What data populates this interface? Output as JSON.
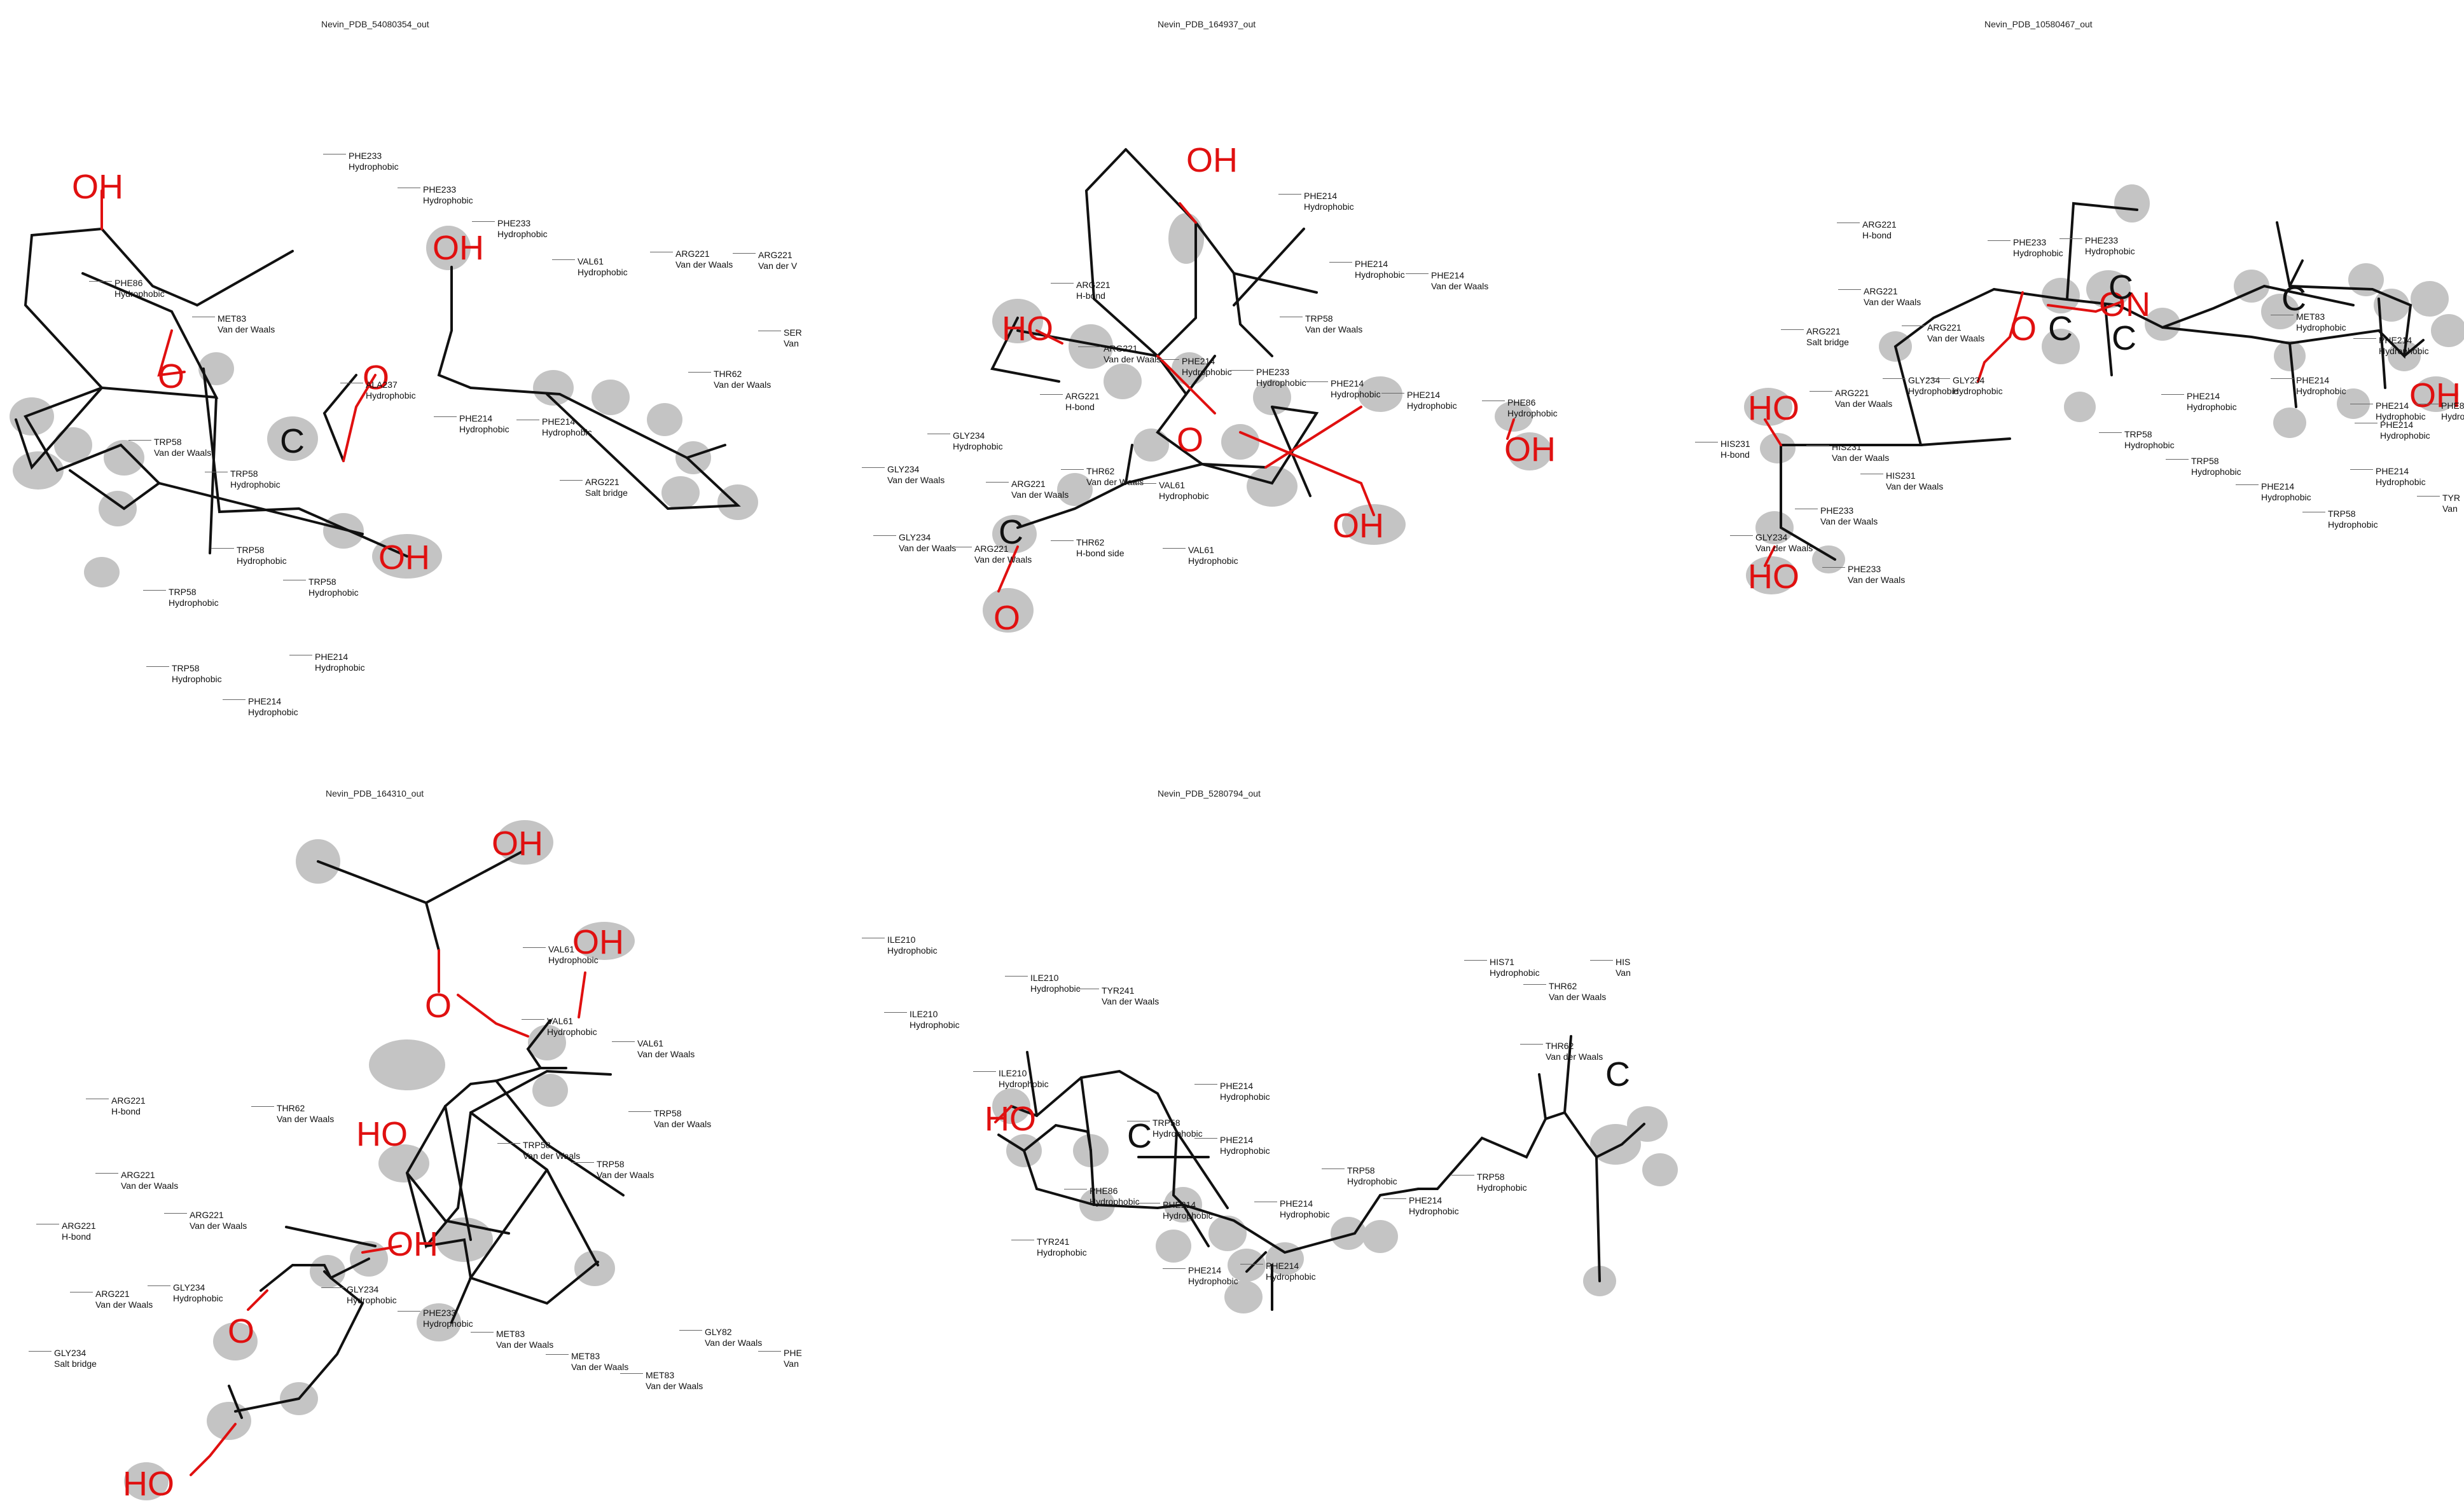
{
  "colors": {
    "bond": "#111111",
    "heteroatom": "#e01010",
    "contact_shadow": "#c4c4c4"
  },
  "panels": [
    {
      "title": "Nevin_PDB_54080354_out",
      "atoms": [
        "OH",
        "OH",
        "O",
        "O",
        "C",
        "OH"
      ],
      "labels": [
        {
          "res": "PHE233",
          "type": "Hydrophobic"
        },
        {
          "res": "PHE233",
          "type": "Hydrophobic"
        },
        {
          "res": "PHE233",
          "type": "Hydrophobic"
        },
        {
          "res": "VAL61",
          "type": "Hydrophobic"
        },
        {
          "res": "ARG221",
          "type": "Van der Waals"
        },
        {
          "res": "ARG221",
          "type": "Van der V"
        },
        {
          "res": "PHE86",
          "type": "Hydrophobic"
        },
        {
          "res": "MET83",
          "type": "Van der Waals"
        },
        {
          "res": "SER",
          "type": "Van"
        },
        {
          "res": "THR62",
          "type": "Van der Waals"
        },
        {
          "res": "ALA237",
          "type": "Hydrophobic"
        },
        {
          "res": "PHE214",
          "type": "Hydrophobic"
        },
        {
          "res": "PHE214",
          "type": "Hydrophobic"
        },
        {
          "res": "TRP58",
          "type": "Van der Waals"
        },
        {
          "res": "TRP58",
          "type": "Hydrophobic"
        },
        {
          "res": "ARG221",
          "type": "Salt bridge"
        },
        {
          "res": "TRP58",
          "type": "Hydrophobic"
        },
        {
          "res": "TRP58",
          "type": "Hydrophobic"
        },
        {
          "res": "TRP58",
          "type": "Hydrophobic"
        },
        {
          "res": "TRP58",
          "type": "Hydrophobic"
        },
        {
          "res": "PHE214",
          "type": "Hydrophobic"
        },
        {
          "res": "PHE214",
          "type": "Hydrophobic"
        }
      ]
    },
    {
      "title": "Nevin_PDB_164937_out",
      "atoms": [
        "OH",
        "HO",
        "O",
        "OH",
        "OH",
        "O",
        "C"
      ],
      "labels": [
        {
          "res": "PHE214",
          "type": "Hydrophobic"
        },
        {
          "res": "PHE214",
          "type": "Hydrophobic"
        },
        {
          "res": "PHE214",
          "type": "Van der Waals"
        },
        {
          "res": "ARG221",
          "type": "H-bond"
        },
        {
          "res": "TRP58",
          "type": "Van der Waals"
        },
        {
          "res": "ARG221",
          "type": "Van der Waals"
        },
        {
          "res": "PHE214",
          "type": "Hydrophobic"
        },
        {
          "res": "PHE233",
          "type": "Hydrophobic"
        },
        {
          "res": "PHE214",
          "type": "Hydrophobic"
        },
        {
          "res": "PHE214",
          "type": "Hydrophobic"
        },
        {
          "res": "PHE86",
          "type": "Hydrophobic"
        },
        {
          "res": "ARG221",
          "type": "H-bond"
        },
        {
          "res": "GLY234",
          "type": "Hydrophobic"
        },
        {
          "res": "GLY234",
          "type": "Van der Waals"
        },
        {
          "res": "ARG221",
          "type": "Van der Waals"
        },
        {
          "res": "THR62",
          "type": "Van der Waals"
        },
        {
          "res": "VAL61",
          "type": "Hydrophobic"
        },
        {
          "res": "GLY234",
          "type": "Van der Waals"
        },
        {
          "res": "ARG221",
          "type": "Van der Waals"
        },
        {
          "res": "THR62",
          "type": "H-bond side"
        },
        {
          "res": "VAL61",
          "type": "Hydrophobic"
        }
      ]
    },
    {
      "title": "Nevin_PDB_10580467_out",
      "atoms": [
        "ON",
        "C",
        "C",
        "C",
        "C",
        "O",
        "HO",
        "HO",
        "OH"
      ],
      "labels": [
        {
          "res": "ARG221",
          "type": "H-bond"
        },
        {
          "res": "PHE233",
          "type": "Hydrophobic"
        },
        {
          "res": "PHE233",
          "type": "Hydrophobic"
        },
        {
          "res": "ARG221",
          "type": "Van der Waals"
        },
        {
          "res": "MET83",
          "type": "Hydrophobic"
        },
        {
          "res": "ARG221",
          "type": "Salt bridge"
        },
        {
          "res": "ARG221",
          "type": "Van der Waals"
        },
        {
          "res": "PHE214",
          "type": "Hydrophobic"
        },
        {
          "res": "GLY234",
          "type": "Hydrophobic"
        },
        {
          "res": "ARG221",
          "type": "Van der Waals"
        },
        {
          "res": "GLY234",
          "type": "Hydrophobic"
        },
        {
          "res": "PHE214",
          "type": "Hydrophobic"
        },
        {
          "res": "PHE214",
          "type": "Hydrophobic"
        },
        {
          "res": "PHE86",
          "type": "Hydropho"
        },
        {
          "res": "PHE214",
          "type": "Hydrophobic"
        },
        {
          "res": "HIS231",
          "type": "H-bond"
        },
        {
          "res": "HIS231",
          "type": "Van der Waals"
        },
        {
          "res": "TRP58",
          "type": "Hydrophobic"
        },
        {
          "res": "TRP58",
          "type": "Hydrophobic"
        },
        {
          "res": "PHE214",
          "type": "Hydrophobic"
        },
        {
          "res": "PHE214",
          "type": "Hydrophobic"
        },
        {
          "res": "TYR",
          "type": "Van"
        },
        {
          "res": "HIS231",
          "type": "Van der Waals"
        },
        {
          "res": "PHE233",
          "type": "Van der Waals"
        },
        {
          "res": "PHE214",
          "type": "Hydrophobic"
        },
        {
          "res": "TRP58",
          "type": "Hydrophobic"
        },
        {
          "res": "GLY234",
          "type": "Van der Waals"
        },
        {
          "res": "PHE233",
          "type": "Van der Waals"
        }
      ]
    },
    {
      "title": "Nevin_PDB_164310_out",
      "atoms": [
        "OH",
        "OH",
        "O",
        "HO",
        "OH",
        "O",
        "HO"
      ],
      "labels": [
        {
          "res": "VAL61",
          "type": "Hydrophobic"
        },
        {
          "res": "VAL61",
          "type": "Hydrophobic"
        },
        {
          "res": "VAL61",
          "type": "Van der Waals"
        },
        {
          "res": "ARG221",
          "type": "H-bond"
        },
        {
          "res": "THR62",
          "type": "Van der Waals"
        },
        {
          "res": "TRP58",
          "type": "Van der Waals"
        },
        {
          "res": "TRP58",
          "type": "Van der Waals"
        },
        {
          "res": "TRP58",
          "type": "Van der Waals"
        },
        {
          "res": "ARG221",
          "type": "Van der Waals"
        },
        {
          "res": "ARG221",
          "type": "Van der Waals"
        },
        {
          "res": "ARG221",
          "type": "H-bond"
        },
        {
          "res": "GLY234",
          "type": "Hydrophobic"
        },
        {
          "res": "ARG221",
          "type": "Van der Waals"
        },
        {
          "res": "GLY234",
          "type": "Hydrophobic"
        },
        {
          "res": "PHE233",
          "type": "Hydrophobic"
        },
        {
          "res": "MET83",
          "type": "Van der Waals"
        },
        {
          "res": "GLY82",
          "type": "Van der Waals"
        },
        {
          "res": "PHE",
          "type": "Van"
        },
        {
          "res": "MET83",
          "type": "Van der Waals"
        },
        {
          "res": "MET83",
          "type": "Van der Waals"
        },
        {
          "res": "GLY234",
          "type": "Salt bridge"
        }
      ]
    },
    {
      "title": "Nevin_PDB_5280794_out",
      "atoms": [
        "HO",
        "C",
        "C"
      ],
      "labels": [
        {
          "res": "ILE210",
          "type": "Hydrophobic"
        },
        {
          "res": "ILE210",
          "type": "Hydrophobic"
        },
        {
          "res": "TYR241",
          "type": "Van der Waals"
        },
        {
          "res": "HIS71",
          "type": "Hydrophobic"
        },
        {
          "res": "HIS",
          "type": "Van"
        },
        {
          "res": "THR62",
          "type": "Van der Waals"
        },
        {
          "res": "ILE210",
          "type": "Hydrophobic"
        },
        {
          "res": "THR62",
          "type": "Van der Waals"
        },
        {
          "res": "ILE210",
          "type": "Hydrophobic"
        },
        {
          "res": "PHE214",
          "type": "Hydrophobic"
        },
        {
          "res": "TRP58",
          "type": "Hydrophobic"
        },
        {
          "res": "PHE214",
          "type": "Hydrophobic"
        },
        {
          "res": "TRP58",
          "type": "Hydrophobic"
        },
        {
          "res": "TRP58",
          "type": "Hydrophobic"
        },
        {
          "res": "PHE86",
          "type": "Hydrophobic"
        },
        {
          "res": "PHE214",
          "type": "Hydrophobic"
        },
        {
          "res": "PHE214",
          "type": "Hydrophobic"
        },
        {
          "res": "PHE214",
          "type": "Hydrophobic"
        },
        {
          "res": "TYR241",
          "type": "Hydrophobic"
        },
        {
          "res": "PHE214",
          "type": "Hydrophobic"
        },
        {
          "res": "PHE214",
          "type": "Hydrophobic"
        }
      ]
    }
  ]
}
